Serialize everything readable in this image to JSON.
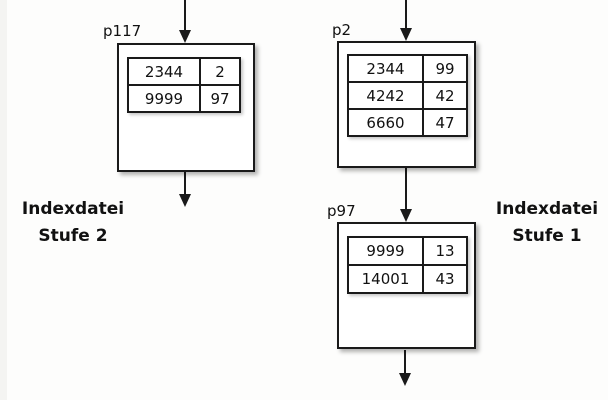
{
  "diagram": {
    "type": "index-file-tree",
    "titles": {
      "left": {
        "line1": "Indexdatei",
        "line2": "Stufe 2"
      },
      "right": {
        "line1": "Indexdatei",
        "line2": "Stufe 1"
      }
    },
    "nodes": [
      {
        "id": "p117",
        "level": "Stufe 2",
        "rows": [
          {
            "key": "2344",
            "ptr": "2"
          },
          {
            "key": "9999",
            "ptr": "97"
          }
        ]
      },
      {
        "id": "p2",
        "level": "Stufe 1",
        "rows": [
          {
            "key": "2344",
            "ptr": "99"
          },
          {
            "key": "4242",
            "ptr": "42"
          },
          {
            "key": "6660",
            "ptr": "47"
          }
        ]
      },
      {
        "id": "p97",
        "level": "Stufe 1",
        "rows": [
          {
            "key": "9999",
            "ptr": "13"
          },
          {
            "key": "14001",
            "ptr": "43"
          }
        ]
      }
    ],
    "connections": [
      {
        "from": "top",
        "to": "p117"
      },
      {
        "from": "p117",
        "to": "bottom-left"
      },
      {
        "from": "top",
        "to": "p2"
      },
      {
        "from": "p2",
        "to": "p97"
      },
      {
        "from": "p97",
        "to": "bottom-right"
      }
    ],
    "colors": {
      "ink": "#1a1a1a",
      "box_fill": "#ffffff",
      "background": "#fdfdfc"
    }
  }
}
